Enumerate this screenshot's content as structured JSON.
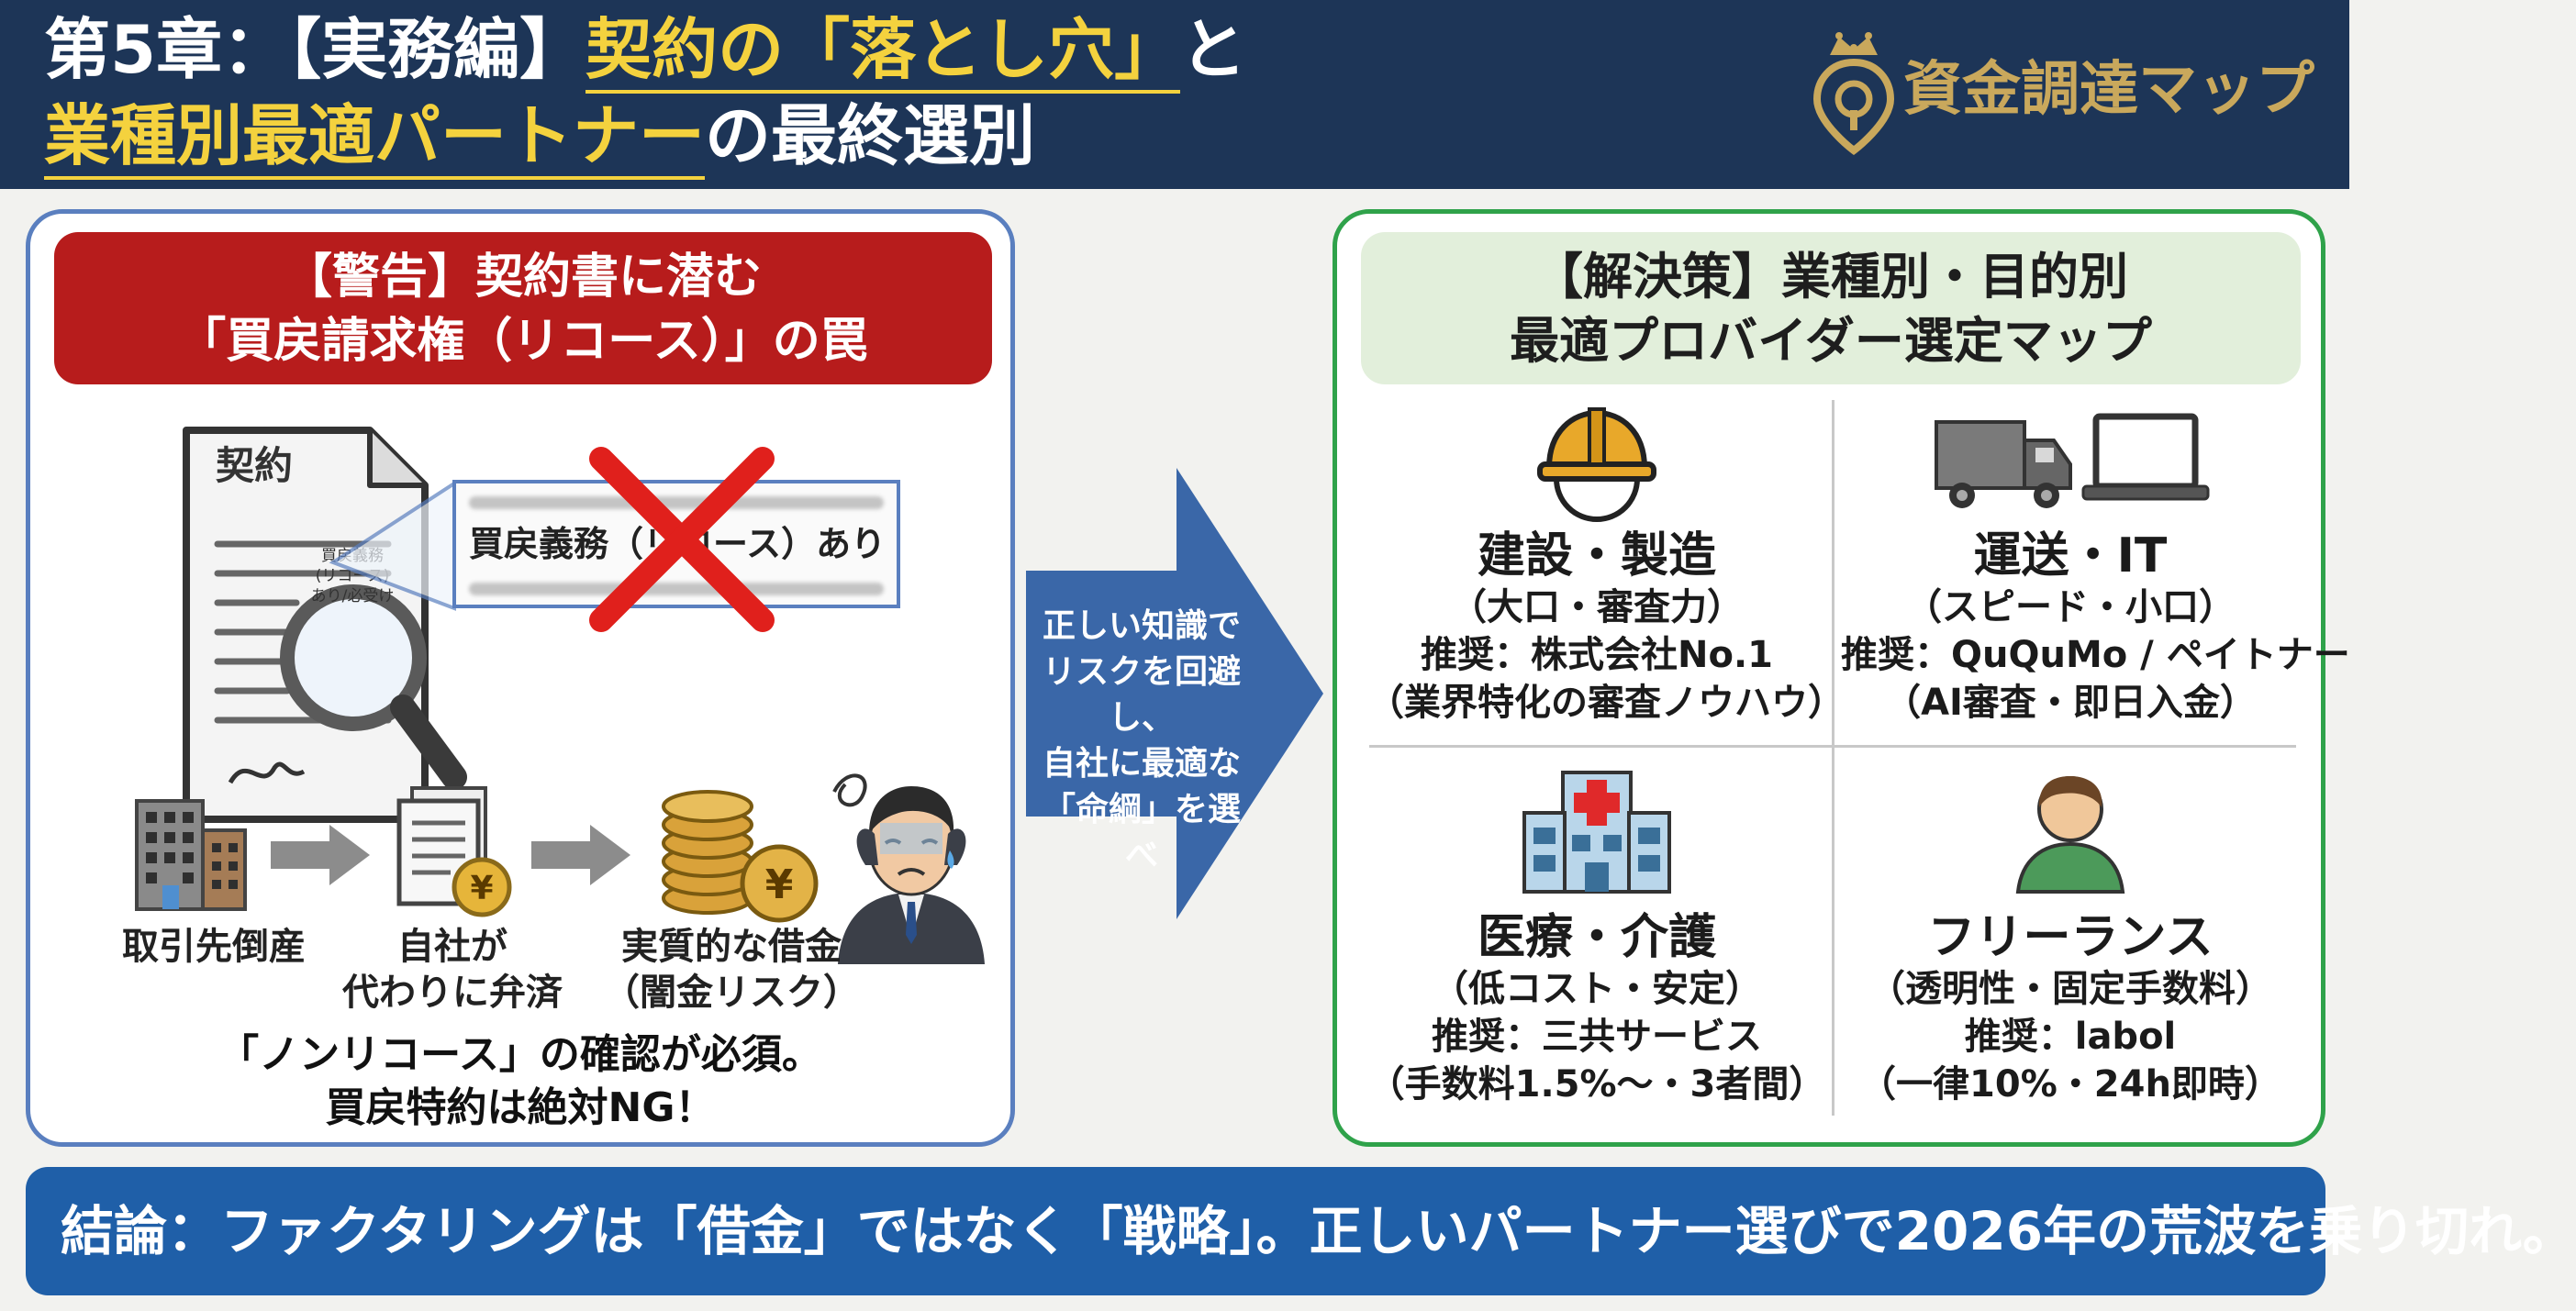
{
  "header": {
    "title_line1_a": "第5章：【実務編】",
    "title_line1_b": "契約の「落とし穴」",
    "title_line1_c": "と",
    "title_line2_a": "業種別最適パートナー",
    "title_line2_b": "の最終選別",
    "brand": "資金調達マップ",
    "brand_icon": "crown-map-pin-icon"
  },
  "warning": {
    "banner_line1": "【警告】契約書に潜む",
    "banner_line2": "「買戻請求権（リコース）」の罠",
    "doc_title": "契約",
    "magnifier_line1": "買戻義務",
    "magnifier_line2": "(リコース)",
    "magnifier_line3": "あり/必受け",
    "callout_text": "買戻義務（リコース）あり",
    "flow": [
      {
        "label": "取引先倒産",
        "icon": "office-building-icon"
      },
      {
        "label_line1": "自社が",
        "label_line2": "代わりに弁済",
        "icon": "document-yen-icon"
      },
      {
        "label_line1": "実質的な借金",
        "label_line2": "（闇金リスク）",
        "icon": "coins-yen-icon"
      }
    ],
    "bottom_line1": "「ノンリコース」の確認が必須。",
    "bottom_line2": "買戻特約は絶対NG！"
  },
  "arrow_text": [
    "正しい知識で",
    "リスクを回避し、",
    "自社に最適な",
    "「命綱」を選べ"
  ],
  "solution": {
    "banner_line1": "【解決策】業種別・目的別",
    "banner_line2": "最適プロバイダー選定マップ",
    "cells": [
      {
        "name": "建設・製造",
        "sub": "（大口・審査力）",
        "rec": "推奨：株式会社No.1",
        "note": "（業界特化の審査ノウハウ）",
        "icon": "hard-hat-icon"
      },
      {
        "name": "運送・IT",
        "sub": "（スピード・小口）",
        "rec": "推奨：QuQuMo / ペイトナー",
        "note": "（AI審査・即日入金）",
        "icon": "truck-laptop-icon"
      },
      {
        "name": "医療・介護",
        "sub": "（低コスト・安定）",
        "rec": "推奨：三共サービス",
        "note": "（手数料1.5%〜・3者間）",
        "icon": "hospital-icon"
      },
      {
        "name": "フリーランス",
        "sub": "（透明性・固定手数料）",
        "rec": "推奨：labol",
        "note": "（一律10%・24h即時）",
        "icon": "person-icon"
      }
    ]
  },
  "conclusion": "結論：ファクタリングは「借金」ではなく「戦略」。正しいパートナー選びで2026年の荒波を乗り切れ。",
  "colors": {
    "header_bg": "#1d3557",
    "highlight": "#f4d23e",
    "warning_red": "#b71c1c",
    "solution_green": "#2fa24a",
    "arrow_blue": "#3a67a8",
    "conclusion_bg": "#1f5fa8",
    "brand_gold": "#c9a85c"
  }
}
